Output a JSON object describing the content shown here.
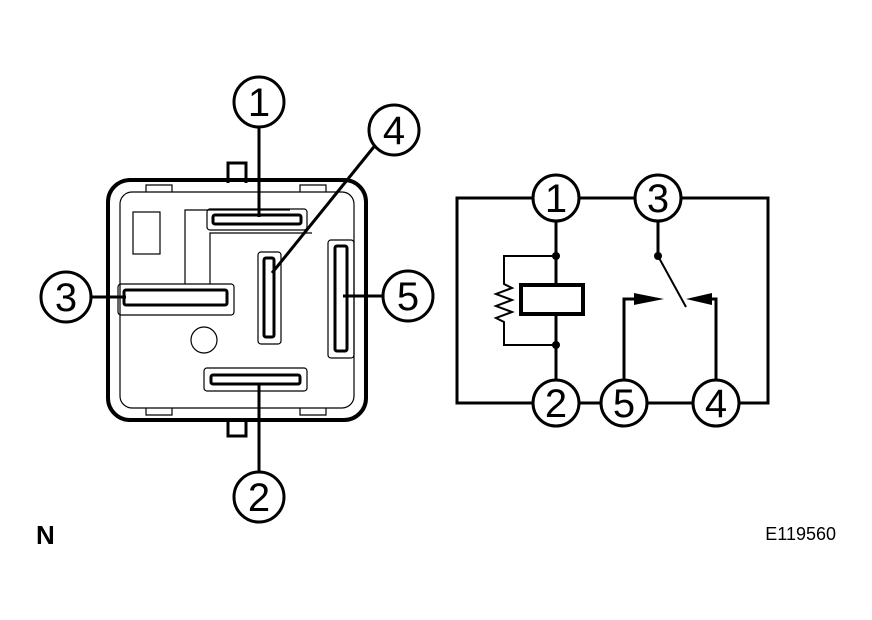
{
  "relay_pins": {
    "top": "1",
    "bottom": "2",
    "left": "3",
    "upper_right": "4",
    "right": "5"
  },
  "circuit_pins": {
    "coil_top": "1",
    "coil_bottom": "2",
    "switch_common": "3",
    "contact_nc": "5",
    "contact_no": "4"
  },
  "corner_label": "N",
  "figure_code": "E119560"
}
